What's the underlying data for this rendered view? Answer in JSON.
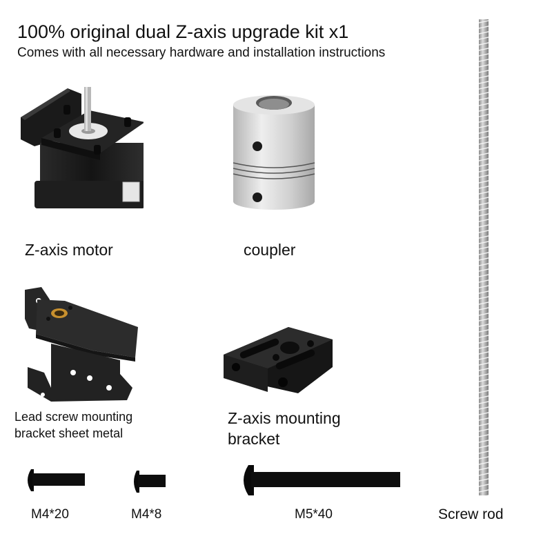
{
  "header": {
    "title": "100% original dual Z-axis upgrade kit x1",
    "subtitle": "Comes with all necessary hardware and installation instructions"
  },
  "parts": {
    "motor": {
      "label": "Z-axis motor",
      "icon": "stepper-motor-icon"
    },
    "coupler": {
      "label": "coupler",
      "icon": "shaft-coupler-icon"
    },
    "lead_bracket": {
      "label_line1": "Lead screw mounting",
      "label_line2": "bracket sheet metal",
      "icon": "sheet-metal-bracket-icon"
    },
    "z_bracket": {
      "label_line1": "Z-axis mounting",
      "label_line2": "bracket",
      "icon": "mounting-block-icon"
    },
    "screw_rod": {
      "label": "Screw rod",
      "icon": "threaded-rod-icon"
    }
  },
  "screws": [
    {
      "label": "M4*20",
      "icon": "bolt-icon"
    },
    {
      "label": "M4*8",
      "icon": "bolt-icon"
    },
    {
      "label": "M5*40",
      "icon": "bolt-icon"
    }
  ],
  "colors": {
    "background": "#ffffff",
    "text": "#111111",
    "black_part": "#1c1c1c",
    "aluminum": "#c8c8c8",
    "brass": "#c8902e"
  }
}
